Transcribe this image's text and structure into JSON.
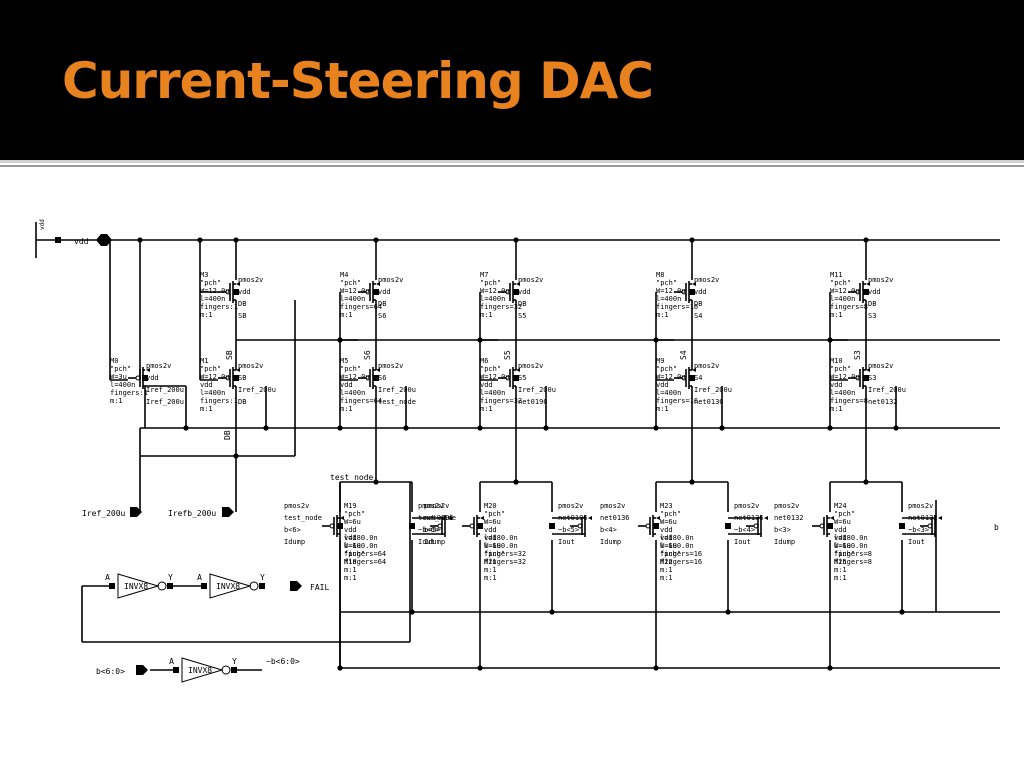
{
  "slide": {
    "title": "Current-Steering DAC",
    "colors": {
      "title": "#e8821e",
      "background_top": "#000000"
    }
  },
  "schematic": {
    "labels": {
      "vdd_pin": "vdd",
      "vdd_net": "vdd",
      "iref_pin": "Iref_200u",
      "irefb_pin": "Irefb_200u",
      "fail_pin": "FAIL",
      "b_in_pin": "b<6:0>",
      "b_out_net": "~b<6:0>",
      "test_node": "test_node",
      "db_side": "DB",
      "sb_side": "SB",
      "far_right": "b"
    },
    "bias": {
      "m0": [
        "M0",
        "\"pch\"",
        "W=3u",
        "l=400n",
        "fingers:1",
        "m:1"
      ],
      "m0_side": [
        "pmos2v",
        "vdd",
        "Iref_200u",
        "Iref_200u"
      ],
      "m3": [
        "M3",
        "\"pch\"",
        "W=12.0u",
        "l=400n",
        "fingers:1",
        "m:1"
      ],
      "m3_side": [
        "pmos2v",
        "vdd",
        "DB",
        "SB"
      ],
      "m1": [
        "M1",
        "\"pch\"",
        "W=12.0u",
        "vdd",
        "l=400n",
        "fingers:1",
        "m:1"
      ],
      "m1_side": [
        "pmos2v",
        "SB",
        "Iref_200u",
        "DB"
      ]
    },
    "cells": [
      {
        "top": [
          "M4",
          "\"pch\"",
          "W=12.0u",
          "l=400n",
          "fingers=64",
          "m:1"
        ],
        "top_side": [
          "pmos2v",
          "vdd",
          "DB",
          "S6"
        ],
        "mid": [
          "M5",
          "\"pch\"",
          "W=12.0u",
          "vdd",
          "l=400n",
          "fingers=64",
          "m:1"
        ],
        "mid_side": [
          "pmos2v",
          "S6",
          "Iref_200u",
          "test_node"
        ],
        "vtag": "S6",
        "pair_left": [
          "pmos2v",
          "test_node",
          "b<6>",
          "Idump"
        ],
        "pair_head": [
          "M19",
          "\"pch\"",
          "W=6u",
          "vdd",
          "vdd",
          "W=6u",
          "\"pch\"",
          "M18"
        ],
        "pair_mid": [
          "l=180.0n",
          "l=180.0n",
          "fingers=64",
          "fingers=64",
          "m:1",
          "m:1"
        ],
        "pair_right": [
          "pmos2v",
          "test_node",
          "~b<6>",
          "Iout"
        ]
      },
      {
        "top": [
          "M7",
          "\"pch\"",
          "W=12.0u",
          "l=400n",
          "fingers=32",
          "m:1"
        ],
        "top_side": [
          "pmos2v",
          "vdd",
          "DB",
          "S5"
        ],
        "mid": [
          "M6",
          "\"pch\"",
          "W=12.0u",
          "vdd",
          "l=400n",
          "fingers=32",
          "m:1"
        ],
        "mid_side": [
          "pmos2v",
          "S5",
          "Iref_200u",
          "net0196"
        ],
        "vtag": "S5",
        "pair_left": [
          "pmos2v",
          "net0196",
          "b<5>",
          "Idump"
        ],
        "pair_head": [
          "M20",
          "\"pch\"",
          "W=6u",
          "vdd",
          "vdd",
          "W=6u",
          "\"pch\"",
          "M21"
        ],
        "pair_mid": [
          "l=180.0n",
          "l=180.0n",
          "fingers=32",
          "fingers=32",
          "m:1",
          "m:1"
        ],
        "pair_right": [
          "pmos2v",
          "net0196",
          "~b<5>",
          "Iout"
        ]
      },
      {
        "top": [
          "M8",
          "\"pch\"",
          "W=12.0u",
          "l=400n",
          "fingers=16",
          "m:1"
        ],
        "top_side": [
          "pmos2v",
          "vdd",
          "DB",
          "S4"
        ],
        "mid": [
          "M9",
          "\"pch\"",
          "W=12.0u",
          "vdd",
          "l=400n",
          "fingers=16",
          "m:1"
        ],
        "mid_side": [
          "pmos2v",
          "S4",
          "Iref_200u",
          "net0136"
        ],
        "vtag": "S4",
        "pair_left": [
          "pmos2v",
          "net0136",
          "b<4>",
          "Idump"
        ],
        "pair_head": [
          "M23",
          "\"pch\"",
          "W=6u",
          "vdd",
          "vdd",
          "W=6u",
          "\"pch\"",
          "M22"
        ],
        "pair_mid": [
          "l=180.0n",
          "l=180.0n",
          "fingers=16",
          "fingers=16",
          "m:1",
          "m:1"
        ],
        "pair_right": [
          "pmos2v",
          "net0136",
          "~b<4>",
          "Iout"
        ]
      },
      {
        "top": [
          "M11",
          "\"pch\"",
          "W=12.0u",
          "l=400n",
          "fingers=8",
          "m:1"
        ],
        "top_side": [
          "pmos2v",
          "vdd",
          "DB",
          "S3"
        ],
        "mid": [
          "M10",
          "\"pch\"",
          "W=12.0u",
          "vdd",
          "l=400n",
          "fingers=8",
          "m:1"
        ],
        "mid_side": [
          "pmos2v",
          "S3",
          "Iref_200u",
          "net0132"
        ],
        "vtag": "S3",
        "pair_left": [
          "pmos2v",
          "net0132",
          "b<3>",
          "Idump"
        ],
        "pair_head": [
          "M24",
          "\"pch\"",
          "W=6u",
          "vdd",
          "vdd",
          "W=6u",
          "\"pch\"",
          "M25"
        ],
        "pair_mid": [
          "l=180.0n",
          "l=180.0n",
          "fingers=8",
          "fingers=8",
          "m:1",
          "m:1"
        ],
        "pair_right": [
          "pmos2v",
          "net0132",
          "~b<3>",
          "Iout"
        ]
      }
    ],
    "inverters": {
      "inv1": {
        "name": "INVX8",
        "a": "A",
        "y": "Y"
      },
      "inv2": {
        "name": "INVX8",
        "a": "A",
        "y": "Y"
      },
      "inv3": {
        "name": "INVX8",
        "a": "A",
        "y": "Y"
      }
    }
  }
}
